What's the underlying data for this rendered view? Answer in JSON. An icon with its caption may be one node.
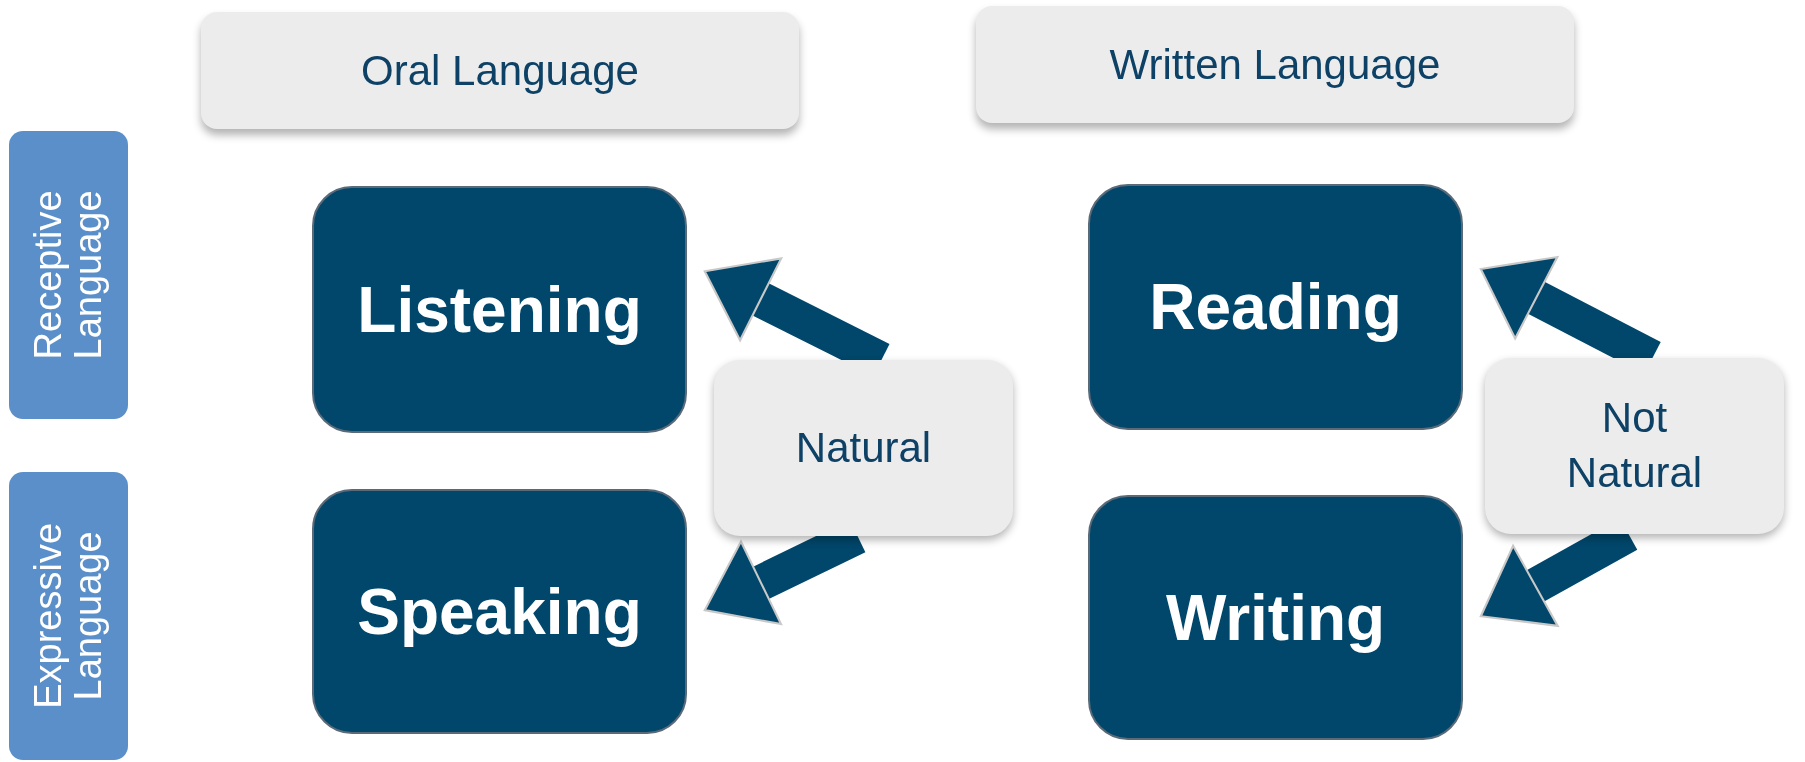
{
  "diagram": {
    "nodes": [
      {
        "text": [
          "Oral Language"
        ]
      },
      {
        "text": [
          "Written Language"
        ]
      },
      {
        "text": [
          "Receptive Language"
        ]
      },
      {
        "text": [
          "Listening"
        ]
      },
      {
        "text": [
          "Reading"
        ]
      },
      {
        "text": [
          "Natural"
        ]
      },
      {
        "text": [
          "Not Natural"
        ]
      },
      {
        "text": [
          "Expressive Language"
        ]
      },
      {
        "text": [
          "Speaking"
        ]
      },
      {
        "text": [
          "Writing"
        ]
      }
    ],
    "edges": [
      {
        "from": 5,
        "to": 3,
        "arrow": "to"
      },
      {
        "from": 5,
        "to": 8,
        "arrow": "to"
      },
      {
        "from": 6,
        "to": 4,
        "arrow": "to"
      },
      {
        "from": 6,
        "to": 9,
        "arrow": "to"
      }
    ]
  }
}
